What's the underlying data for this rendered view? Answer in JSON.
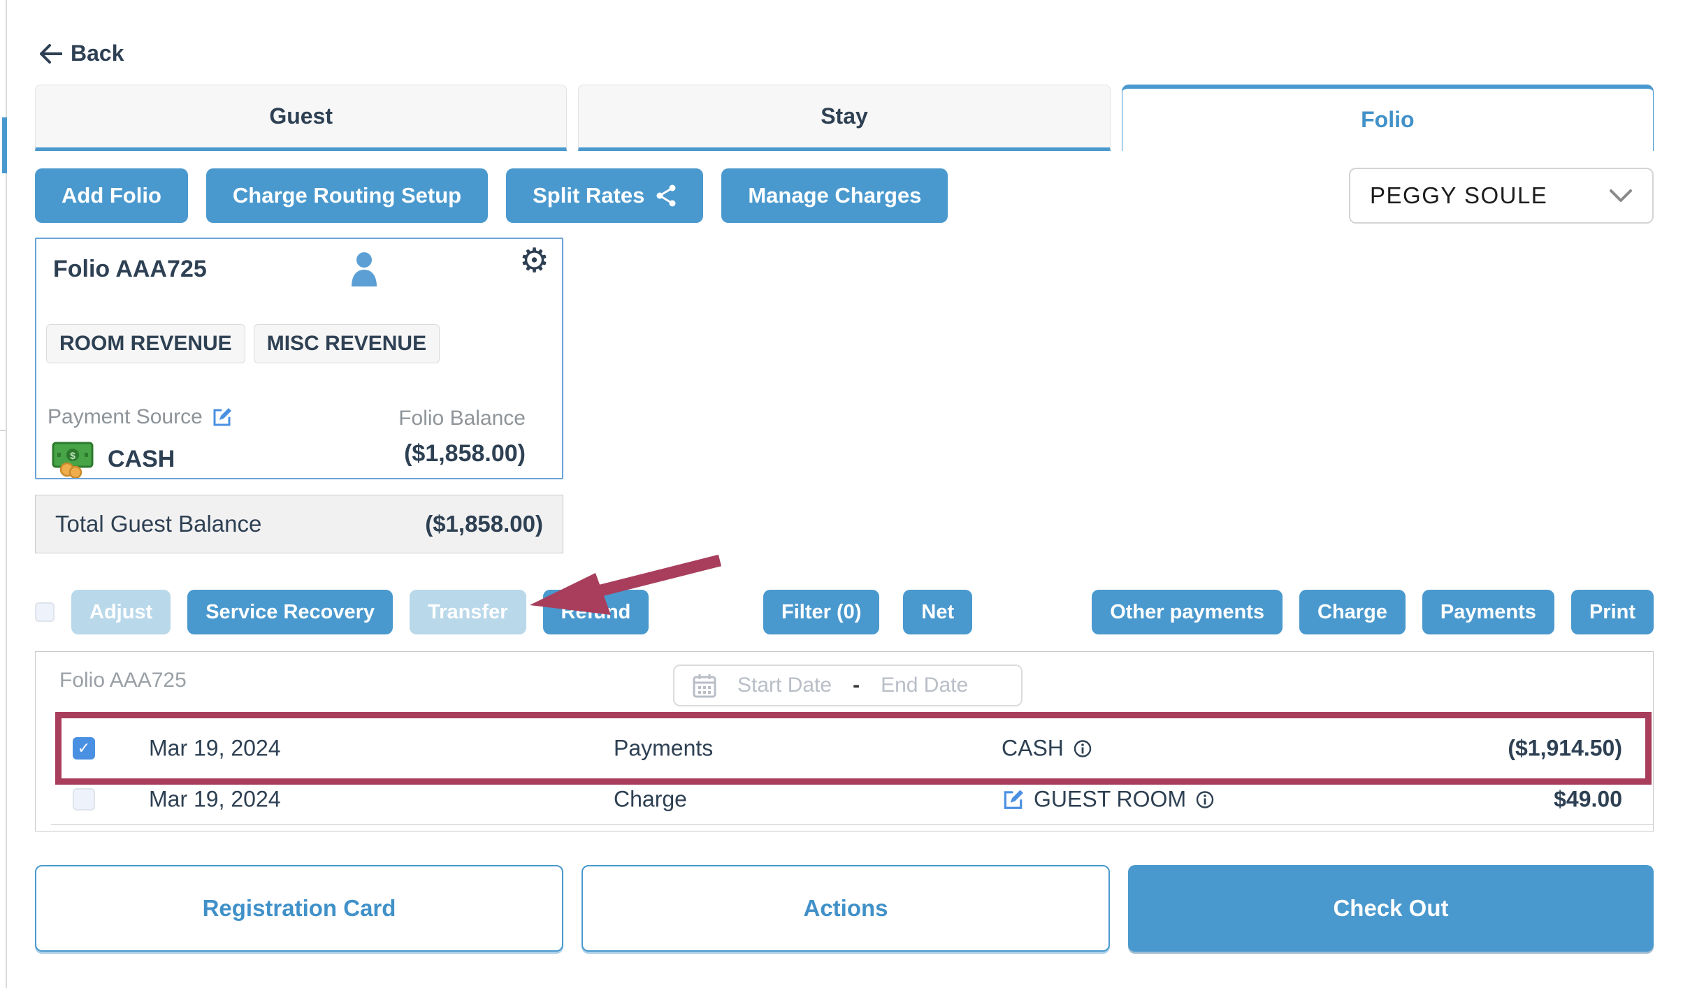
{
  "header": {
    "back_label": "Back"
  },
  "tabs": {
    "guest": "Guest",
    "stay": "Stay",
    "folio": "Folio"
  },
  "toolbar": {
    "add_folio_label": "Add Folio",
    "charge_routing_label": "Charge Routing Setup",
    "split_rates_label": "Split Rates",
    "manage_charges_label": "Manage Charges",
    "guest_selector_value": "PEGGY SOULE"
  },
  "folio_card": {
    "title": "Folio AAA725",
    "tags": {
      "room_revenue": "ROOM REVENUE",
      "misc_revenue": "MISC REVENUE"
    },
    "payment_source_label": "Payment Source",
    "payment_source_value": "CASH",
    "folio_balance_label": "Folio Balance",
    "folio_balance_value": "($1,858.00)"
  },
  "total_guest_balance": {
    "label": "Total Guest Balance",
    "value": "($1,858.00)"
  },
  "selection_actions": {
    "adjust_label": "Adjust",
    "service_recovery_label": "Service Recovery",
    "transfer_label": "Transfer",
    "refund_label": "Refund",
    "filter_label": "Filter (0)",
    "net_label": "Net",
    "other_payments_label": "Other payments",
    "charge_label": "Charge",
    "payments_label": "Payments",
    "print_label": "Print"
  },
  "ledger": {
    "folio_label": "Folio AAA725",
    "start_date_placeholder": "Start Date",
    "date_separator": "-",
    "end_date_placeholder": "End Date",
    "rows": [
      {
        "date": "Mar 19, 2024",
        "type": "Payments",
        "description": "CASH",
        "amount": "($1,914.50)",
        "selected": true
      },
      {
        "date": "Mar 19, 2024",
        "type": "Charge",
        "description": "GUEST ROOM",
        "amount": "$49.00",
        "selected": false
      }
    ]
  },
  "footer": {
    "registration_card_label": "Registration Card",
    "actions_label": "Actions",
    "check_out_label": "Check Out"
  },
  "icons": {
    "gear": "⚙",
    "check": "✓"
  },
  "colors": {
    "primary_blue": "#4a99ce",
    "disabled_blue": "#b9d8ea",
    "active_tab_text": "#4191c9",
    "dark_text": "#2e4053",
    "muted_text": "#8e9499",
    "annotation_maroon": "#a83e5c",
    "card_border_blue": "#6aa3d8",
    "checkbox_checked_blue": "#4a90e2"
  }
}
